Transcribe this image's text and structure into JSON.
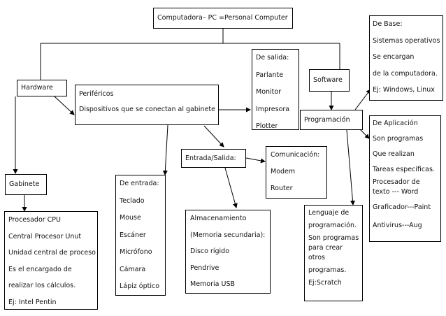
{
  "diagram": {
    "root": {
      "text": "Computadora– PC =Personal  Computer"
    },
    "hardware": {
      "text": "Hardware"
    },
    "software": {
      "text": "Software"
    },
    "perifericos": {
      "lines": [
        "Periféricos",
        "Dispositivos que se conectan al gabinete"
      ]
    },
    "de_salida": {
      "lines": [
        "De salida:",
        "Parlante",
        "Monitor",
        "Impresora",
        "Plotter"
      ]
    },
    "de_base": {
      "lines": [
        "De Base:",
        "Sistemas operativos",
        "Se encargan",
        "de la computadora.",
        "Ej: Windows,  Linux"
      ]
    },
    "programacion": {
      "text": "Programación"
    },
    "de_aplicacion": {
      "lines": [
        "De Aplicación",
        "Son programas",
        "Que realizan",
        " Tareas específicas.",
        "Procesador de",
        "texto --- Word",
        "Graficador---Paint",
        "Antivirus---Aug"
      ]
    },
    "entrada_salida": {
      "text": "Entrada/Salida:"
    },
    "comunicacion": {
      "lines": [
        "Comunicación:",
        "Modem",
        "Router"
      ]
    },
    "gabinete": {
      "text": "Gabinete"
    },
    "de_entrada": {
      "lines": [
        "De entrada:",
        "Teclado",
        "Mouse",
        "Escáner",
        "Micrófono",
        "Cámara",
        "Lápiz óptico"
      ]
    },
    "almacenamiento": {
      "lines": [
        "Almacenamiento",
        "(Memoria secundaria):",
        "Disco rígido",
        "Pendrive",
        "Memoria USB"
      ]
    },
    "lenguaje": {
      "lines": [
        "Lenguaje de",
        "programación.",
        "Son programas",
        "para crear",
        "otros",
        "programas.",
        "Ej:Scratch"
      ]
    },
    "procesador": {
      "lines": [
        "Procesador CPU",
        "Central Procesor Unut",
        "Unidad central de proceso",
        "Es el encargado  de",
        " realizar los cálculos.",
        "Ej: Intel Pentin"
      ]
    }
  }
}
